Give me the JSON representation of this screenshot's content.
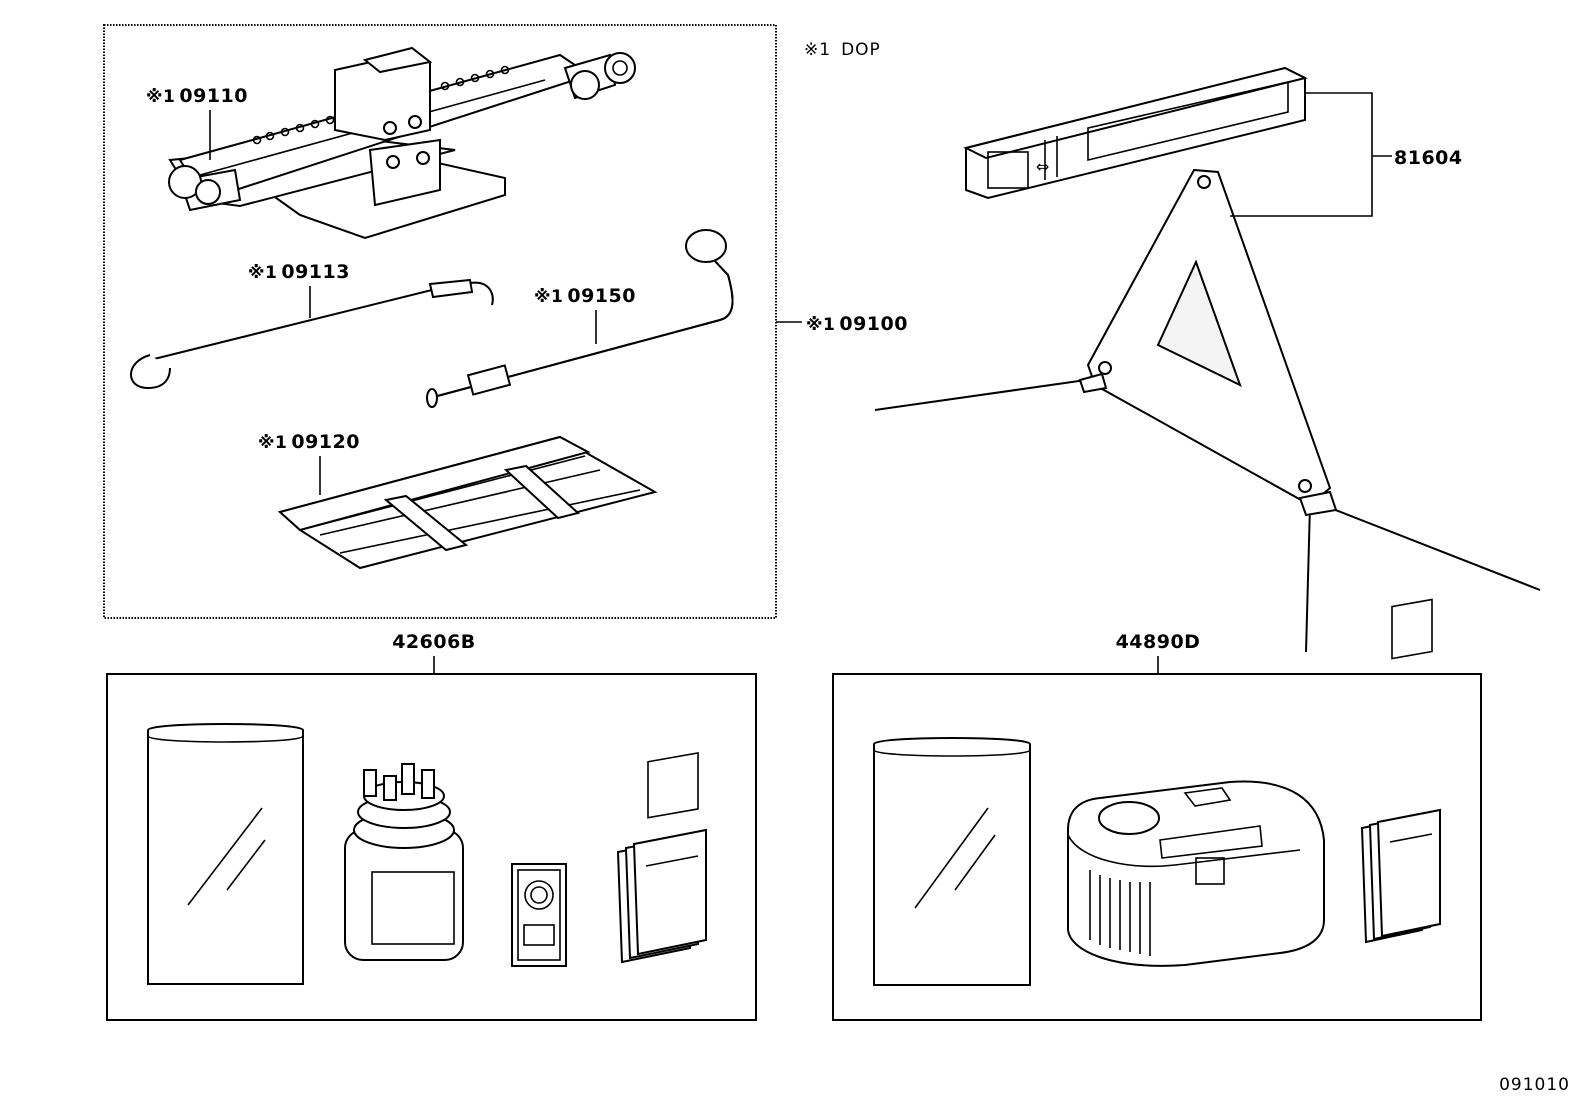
{
  "note": {
    "mark": "※1",
    "text": "DOP"
  },
  "labels": {
    "jack": {
      "mark": "※1",
      "part": "09110"
    },
    "handle": {
      "mark": "※1",
      "part": "09113"
    },
    "wrench": {
      "mark": "※1",
      "part": "09150"
    },
    "tool_bag": {
      "mark": "※1",
      "part": "09120"
    },
    "tool_set": {
      "mark": "※1",
      "part": "09100"
    },
    "triangle": {
      "part": "81604"
    },
    "repair_kit": {
      "part": "42606B"
    },
    "compressor_kit": {
      "part": "44890D"
    }
  },
  "figure_code": "091010"
}
